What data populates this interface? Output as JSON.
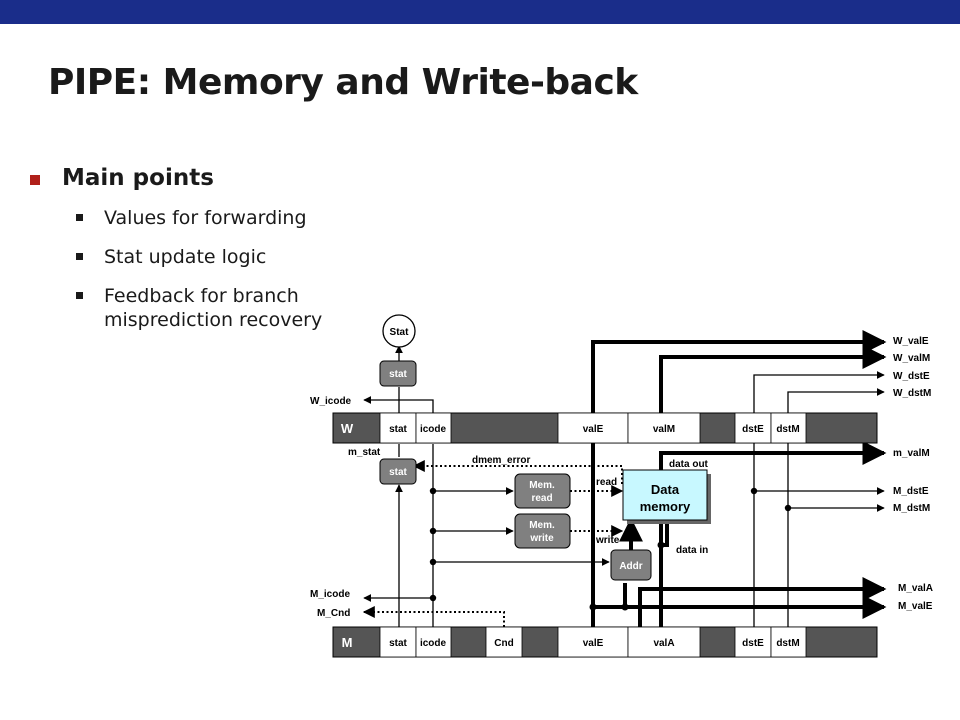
{
  "title": "PIPE: Memory and Write-back",
  "bullets": {
    "main": "Main points",
    "items": [
      "Values for forwarding",
      "Stat update logic",
      "Feedback for branch",
      "misprediction recovery"
    ]
  },
  "diagram": {
    "stat_circle": "Stat",
    "w_stage": "W",
    "m_stage": "M",
    "w_fields": [
      "stat",
      "icode",
      "valE",
      "valM",
      "dstE",
      "dstM"
    ],
    "m_fields": [
      "stat",
      "icode",
      "Cnd",
      "valE",
      "valA",
      "dstE",
      "dstM"
    ],
    "stat_box_top": "stat",
    "stat_box_mid": "stat",
    "mem_read": [
      "Mem.",
      "read"
    ],
    "mem_write": [
      "Mem.",
      "write"
    ],
    "data_memory": [
      "Data",
      "memory"
    ],
    "addr": "Addr",
    "labels": {
      "w_icode": "W_icode",
      "m_stat": "m_stat",
      "dmem_error": "dmem_error",
      "data_out": "data out",
      "read": "read",
      "write": "write",
      "data_in": "data in",
      "m_icode_out": "M_icode",
      "m_cnd": "M_Cnd"
    },
    "right_signals": [
      "W_valE",
      "W_valM",
      "W_dstE",
      "W_dstM",
      "m_valM",
      "M_dstE",
      "M_dstM",
      "M_valA",
      "M_valE"
    ],
    "colors": {
      "topbar": "#1a2d8a",
      "bullet": "#b0201a",
      "register": "#555555",
      "field": "#ffffff",
      "logic": "#808080",
      "memory": "#c8f8ff"
    }
  }
}
